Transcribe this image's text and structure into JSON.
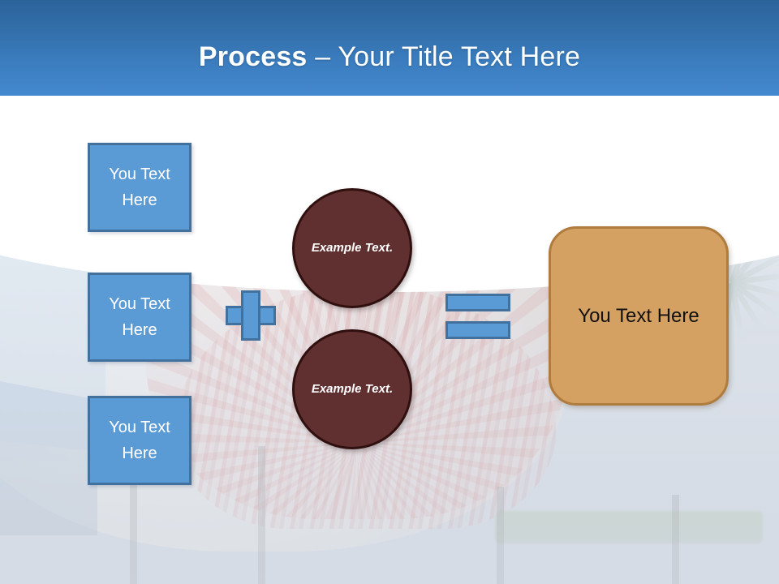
{
  "slide": {
    "title_bold": "Process",
    "title_separator": " – ",
    "title_rest": "Your Title Text Here"
  },
  "theme": {
    "header_blue_dark": "#2C639B",
    "header_blue_light": "#4A8ED6",
    "accent_blue_fill": "#5B9BD5",
    "accent_blue_border": "#41719C",
    "maroon_fill": "#602F2F",
    "maroon_border": "#30100F",
    "orange_fill": "#D4A163",
    "orange_border": "#B07C3E",
    "title_text_color": "#FFFFFF",
    "result_text_color": "#111111"
  },
  "inputs": {
    "boxes": [
      {
        "label": "You Text Here"
      },
      {
        "label": "You Text Here"
      },
      {
        "label": "You Text Here"
      }
    ]
  },
  "operators": {
    "plus": "plus-icon",
    "equals": "equals-icon"
  },
  "circles": [
    {
      "label": "Example Text."
    },
    {
      "label": "Example Text."
    }
  ],
  "result": {
    "label": "You Text Here"
  },
  "background": {
    "description": "theme-park-ride-photo"
  }
}
